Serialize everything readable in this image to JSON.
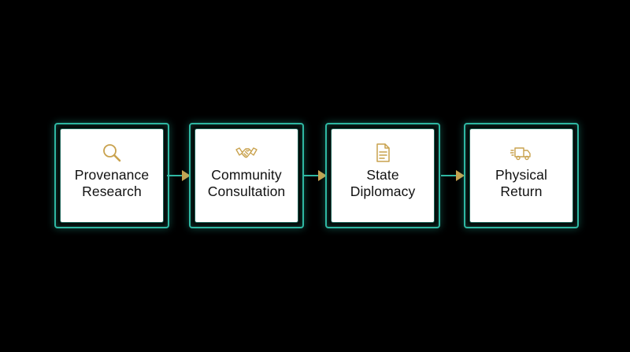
{
  "colors": {
    "background": "#000000",
    "frame": "#2fb7a2",
    "card": "#ffffff",
    "icon": "#c9a24e",
    "arrow": "#c9a24e",
    "text": "#111111"
  },
  "steps": [
    {
      "icon": "magnifier-icon",
      "line1": "Provenance",
      "line2": "Research"
    },
    {
      "icon": "handshake-icon",
      "line1": "Community",
      "line2": "Consultation"
    },
    {
      "icon": "document-icon",
      "line1": "State",
      "line2": "Diplomacy"
    },
    {
      "icon": "delivery-truck-icon",
      "line1": "Physical",
      "line2": "Return"
    }
  ]
}
